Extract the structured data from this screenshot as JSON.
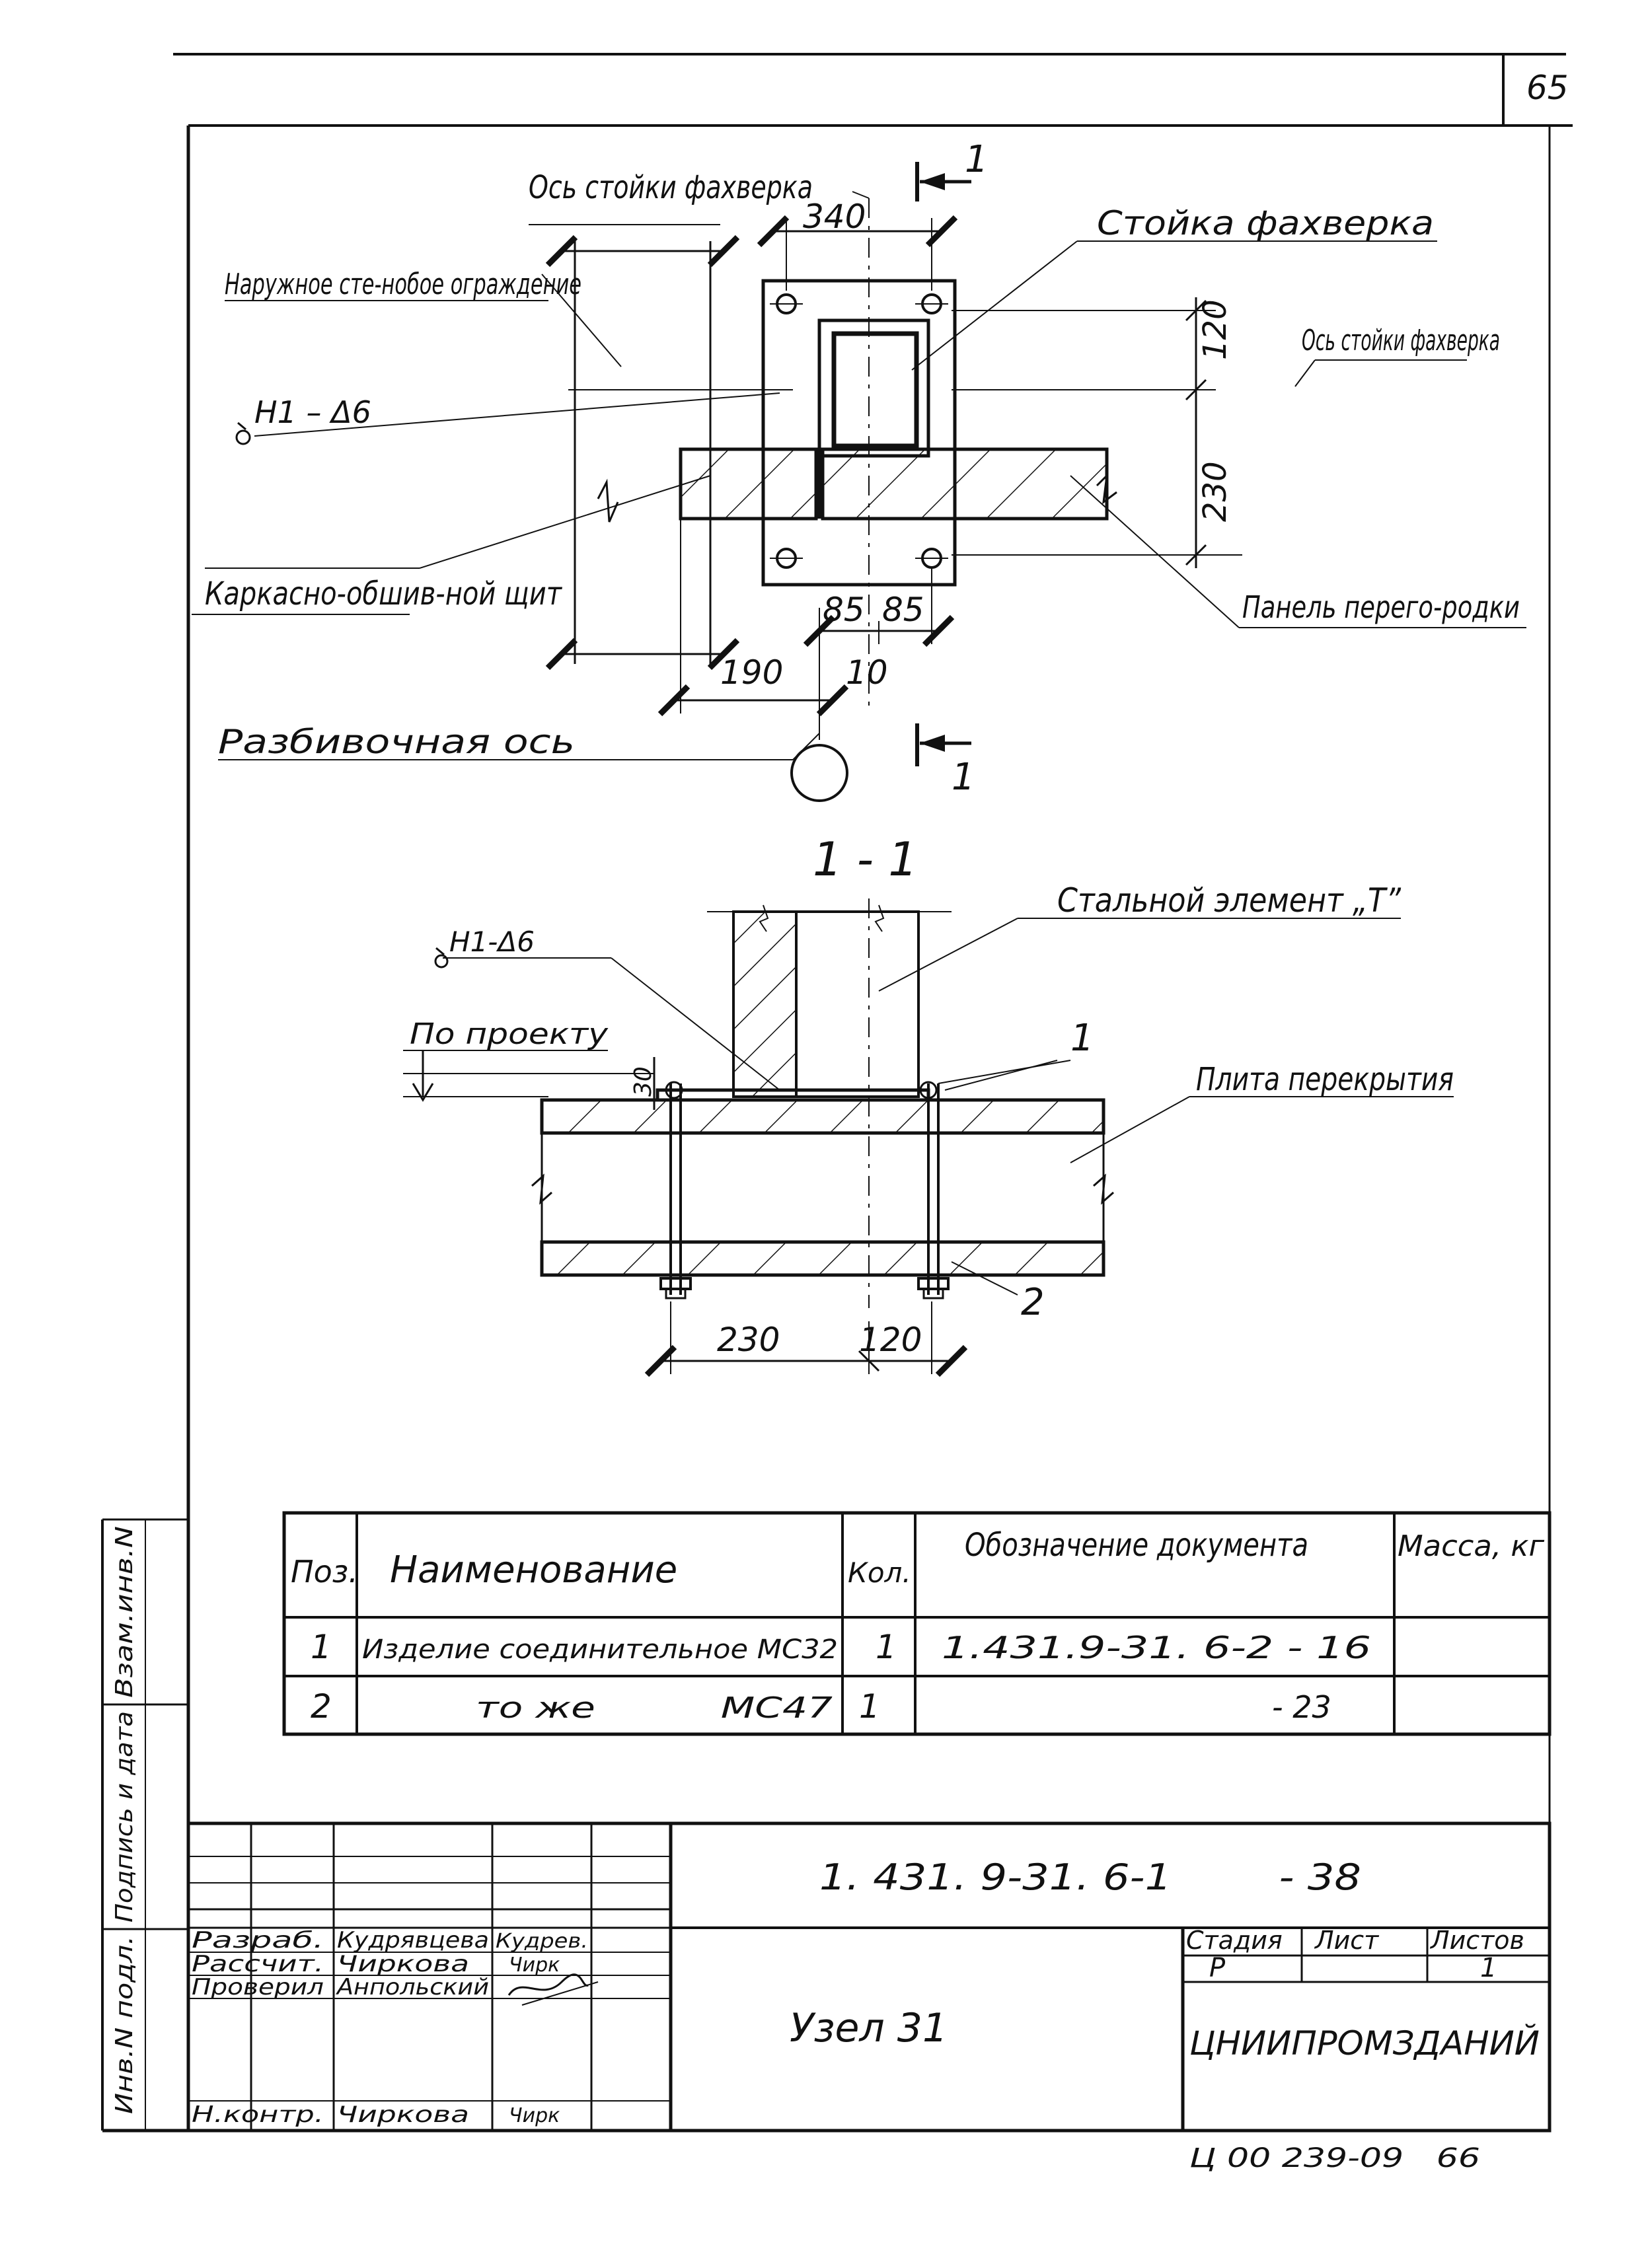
{
  "page": {
    "sheet_number": "65",
    "bottom_note": "Ц 00 239-09   66"
  },
  "plan": {
    "labels": {
      "axis_top": "Ось стойки фахверка",
      "post": "Стойка фахверка",
      "outer_wall": "Наружное сте-нобое ограждение",
      "weld": "Н1 – Δ6",
      "axis_right": "Ось стойки фахверка",
      "frame_panel": "Каркасно-обшив-ной щит",
      "partition_panel": "Панель перего-родки",
      "layout_axis": "Разбивочная ось"
    },
    "section_marks": {
      "top": "1",
      "bottom": "1"
    },
    "dims": {
      "d340": "340",
      "d120": "120",
      "d230": "230",
      "d85a": "85",
      "d85b": "85",
      "d190": "190",
      "d10": "10"
    }
  },
  "section": {
    "title": "1 - 1",
    "labels": {
      "weld": "Н1-Δ6",
      "steel_element": "Стальной элемент „Т”",
      "by_project": "По проекту",
      "slab": "Плита перекрытия",
      "pos1": "1",
      "pos2": "2"
    },
    "dims": {
      "d30": "30",
      "d230": "230",
      "d120": "120"
    }
  },
  "spec_table": {
    "headers": [
      "Поз.",
      "Наименование",
      "Кол.",
      "Обозначение документа",
      "Масса, кг"
    ],
    "rows": [
      {
        "pos": "1",
        "name": "Изделие соединительное МС32",
        "qty": "1",
        "doc": "1.431.9-31. 6-2    - 16",
        "mass": ""
      },
      {
        "pos": "2",
        "name": "то же          МС47",
        "qty": "1",
        "doc": "- 23",
        "mass": ""
      }
    ]
  },
  "title_block": {
    "doc_code": "1. 431. 9-31. 6-1        - 38",
    "title": "Узел 31",
    "organization": "ЦНИИПРОМЗДАНИЙ",
    "stage_header": "Стадия",
    "sheet_header": "Лист",
    "sheets_header": "Листов",
    "stage_value": "Р",
    "sheet_value": "",
    "sheets_value": "1",
    "roles": [
      {
        "role": "Разраб.",
        "name": "Кудрявцева",
        "sign": "Кудрев."
      },
      {
        "role": "Рассчит.",
        "name": "Чиркова",
        "sign": "Чирк"
      },
      {
        "role": "Проверил",
        "name": "Анпольский",
        "sign": ""
      },
      {
        "role": "",
        "name": "",
        "sign": ""
      },
      {
        "role": "Н.контр.",
        "name": "Чиркова",
        "sign": "Чирк"
      }
    ]
  },
  "side_stamp": {
    "label1": "Инв.N подл.",
    "label2": "Подпись и дата",
    "label3": "Взам.инв.N"
  }
}
